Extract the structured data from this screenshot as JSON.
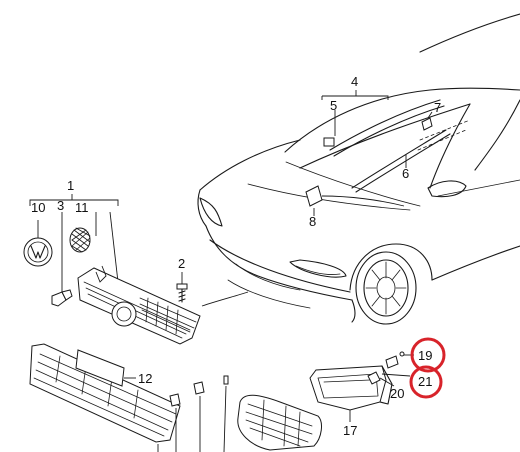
{
  "diagram": {
    "callouts": [
      "1",
      "2",
      "3",
      "4",
      "5",
      "6",
      "7",
      "8",
      "10",
      "11",
      "12",
      "17",
      "19",
      "20",
      "21"
    ],
    "highlighted": [
      "19",
      "21"
    ],
    "colors": {
      "line": "#1a1a1a",
      "highlight": "#d8232a",
      "background": "#ffffff"
    }
  }
}
